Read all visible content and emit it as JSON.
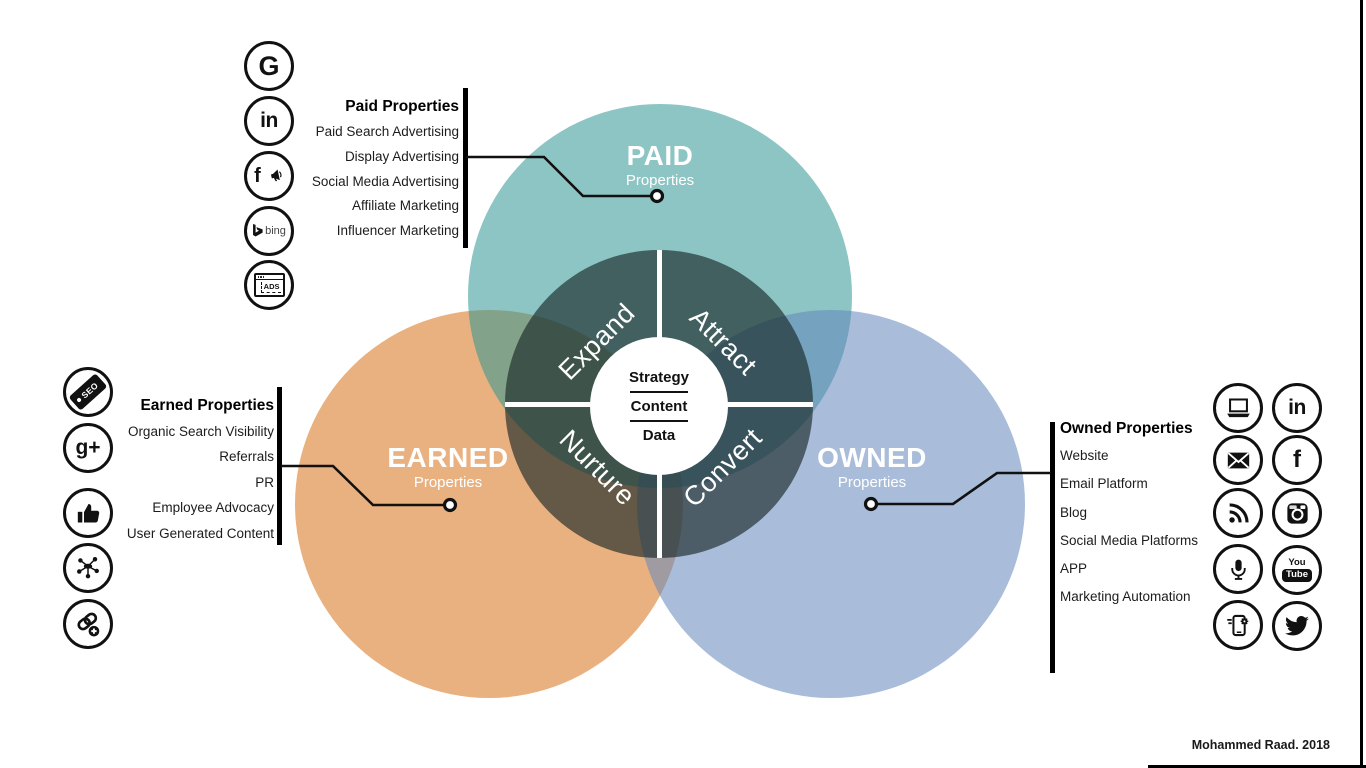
{
  "venn": {
    "circles": [
      {
        "id": "paid",
        "label": "PAID",
        "sublabel": "Properties",
        "color": "#8cc5c3"
      },
      {
        "id": "earned",
        "label": "EARNED",
        "sublabel": "Properties",
        "color": "#ecb183"
      },
      {
        "id": "owned",
        "label": "OWNED",
        "sublabel": "Properties",
        "color": "#a9bdda"
      }
    ],
    "quadrants": [
      "Expand",
      "Attract",
      "Nurture",
      "Convert"
    ],
    "core": [
      "Strategy",
      "Content",
      "Data"
    ],
    "overlay_color": "#2f4341"
  },
  "panels": {
    "paid": {
      "title": "Paid Properties",
      "items": [
        "Paid Search Advertising",
        "Display Advertising",
        "Social Media Advertising",
        "Affiliate Marketing",
        "Influencer Marketing"
      ],
      "icons": [
        "google-icon",
        "linkedin-icon",
        "facebook-megaphone-icon",
        "bing-icon",
        "ads-browser-icon"
      ]
    },
    "earned": {
      "title": "Earned Properties",
      "items": [
        "Organic Search Visibility",
        "Referrals",
        "PR",
        "Employee Advocacy",
        "User Generated Content"
      ],
      "icons": [
        "seo-tag-icon",
        "google-plus-icon",
        "thumbs-up-icon",
        "share-network-icon",
        "link-building-icon"
      ]
    },
    "owned": {
      "title": "Owned Properties",
      "items": [
        "Website",
        "Email Platform",
        "Blog",
        "Social Media Platforms",
        "APP",
        "Marketing Automation"
      ],
      "icons": [
        "laptop-icon",
        "linkedin-icon",
        "email-icon",
        "facebook-icon",
        "rss-icon",
        "instagram-icon",
        "microphone-icon",
        "youtube-icon",
        "smartphone-gear-icon",
        "twitter-icon"
      ]
    }
  },
  "icon_text": {
    "google": "G",
    "linkedin": "in",
    "facebook": "f",
    "bing": "bing",
    "ads": "ADS",
    "seo": "SEO",
    "google_plus": "g+",
    "youtube_top": "You",
    "youtube_bottom": "Tube"
  },
  "footer": {
    "credit": "Mohammed Raad. 2018"
  }
}
